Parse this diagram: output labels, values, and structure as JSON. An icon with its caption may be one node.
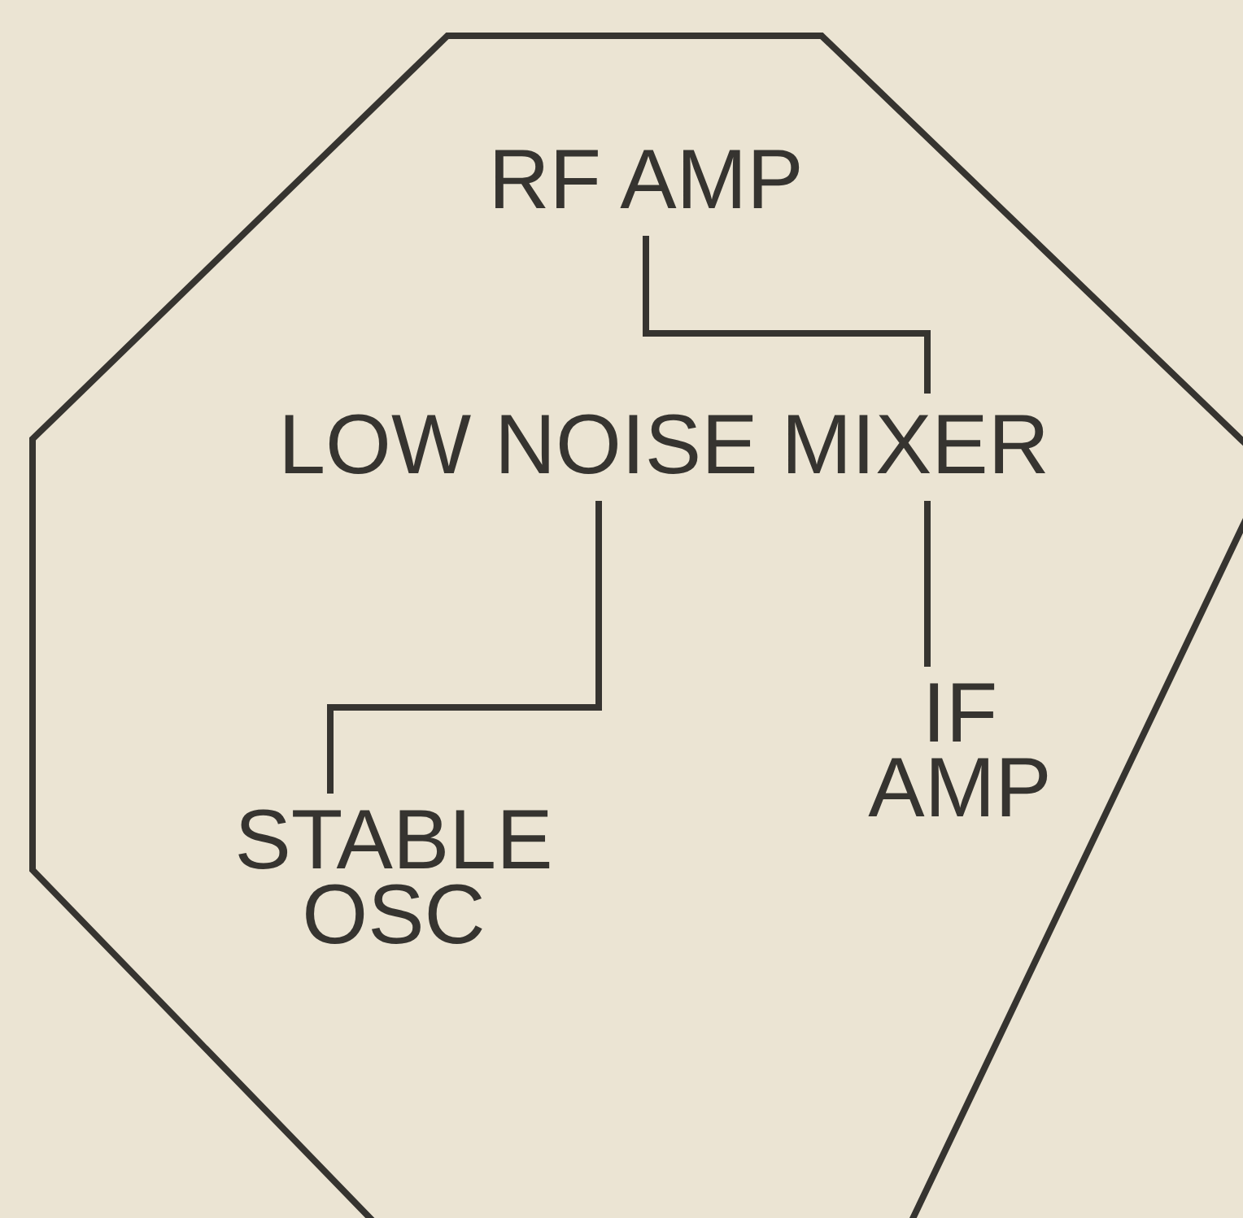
{
  "diagram": {
    "nodes": [
      {
        "text": [],
        "shape": "octagon"
      },
      {
        "text": [
          "RF AMP"
        ],
        "in": 0
      },
      {
        "text": [
          "LOW NOISE MIXER"
        ],
        "in": 0
      },
      {
        "text": [
          "STABLE OSC"
        ],
        "in": 0
      },
      {
        "text": [
          "IF AMP"
        ],
        "in": 0
      }
    ],
    "edges": [
      {
        "from": 1,
        "to": 2,
        "arrow": "none"
      },
      {
        "from": 2,
        "to": 3,
        "arrow": "none"
      },
      {
        "from": 2,
        "to": 4,
        "arrow": "none"
      }
    ]
  }
}
